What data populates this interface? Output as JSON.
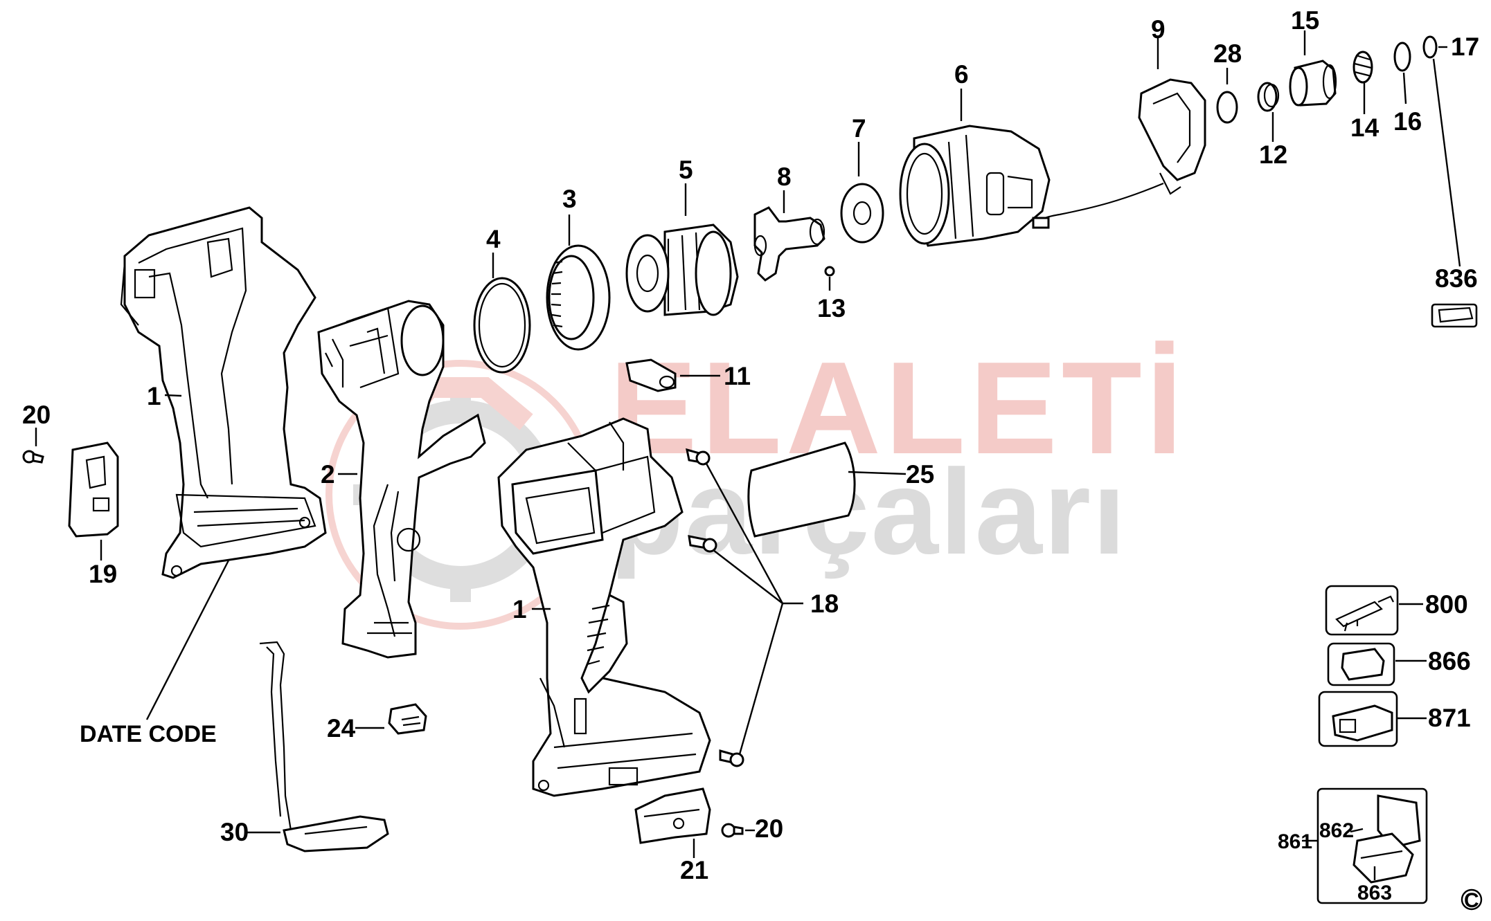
{
  "watermark": {
    "brand_top": "ELALETİ",
    "brand_bottom": "parçaları",
    "red": "#e0645a",
    "gray": "#8c8c8c"
  },
  "labels": {
    "l1a": "1",
    "l1b": "1",
    "l2": "2",
    "l3": "3",
    "l4": "4",
    "l5": "5",
    "l6": "6",
    "l7": "7",
    "l8": "8",
    "l9": "9",
    "l11": "11",
    "l12": "12",
    "l13": "13",
    "l14": "14",
    "l15": "15",
    "l16": "16",
    "l17": "17",
    "l18": "18",
    "l19": "19",
    "l20a": "20",
    "l20b": "20",
    "l21": "21",
    "l24": "24",
    "l25": "25",
    "l28": "28",
    "l30": "30",
    "l800": "800",
    "l836": "836",
    "l861": "861",
    "l862": "862",
    "l863": "863",
    "l866": "866",
    "l871": "871",
    "date_code": "DATE CODE",
    "copyright": "C"
  },
  "colors": {
    "ink": "#000000",
    "paper": "#ffffff"
  }
}
